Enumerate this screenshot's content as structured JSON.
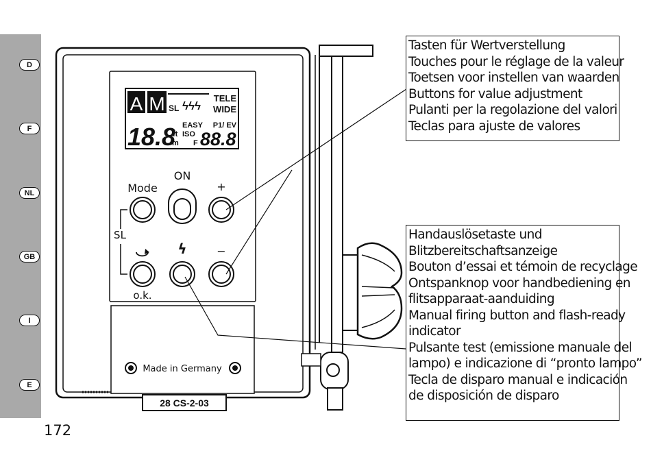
{
  "sidebar": {
    "languages": [
      "D",
      "F",
      "NL",
      "GB",
      "I",
      "E"
    ]
  },
  "page_number": "172",
  "device": {
    "lcd": {
      "mode_a": "A",
      "mode_m": "M",
      "sl": "SL",
      "flash_symbols": "ϟϟϟ",
      "tele": "TELE",
      "wide": "WIDE",
      "distance_value": "18.8",
      "unit_ft": "ft",
      "unit_m": "m",
      "easy": "EASY",
      "iso": "ISO",
      "f": "F",
      "p_ev": "P1/ EV",
      "value_right": "88.8"
    },
    "buttons": {
      "mode_label": "Mode",
      "on_label": "ON",
      "plus_label": "+",
      "minus_label": "−",
      "sl_label": "SL",
      "ok_label": "o.k.",
      "flash_label": "ϟ"
    },
    "made_in": "Made in Germany",
    "model_plate": "28 CS-2-03"
  },
  "callouts": [
    {
      "lines": [
        "Tasten für Wertverstellung",
        "Touches pour le réglage de la valeur",
        "Toetsen voor instellen van waarden",
        "Buttons for value adjustment",
        "Pulanti per la regolazione del valori",
        "Teclas para ajuste de valores"
      ]
    },
    {
      "lines": [
        "Handauslösetaste und",
        "Blitzbereitschaftsanzeige",
        "Bouton d’essai et témoin de recyclage",
        "Ontspanknop voor handbediening en",
        "flitsapparaat-aanduiding",
        "Manual firing button and flash-ready",
        "indicator",
        "Pulsante test (emissione manuale del",
        "lampo) e indicazione di “pronto lampo”",
        "Tecla de disparo manual e indicación",
        "de disposición de disparo"
      ]
    }
  ],
  "colors": {
    "sidebar_gray": "#a9a9a9",
    "ink": "#111111",
    "paper": "#ffffff"
  }
}
